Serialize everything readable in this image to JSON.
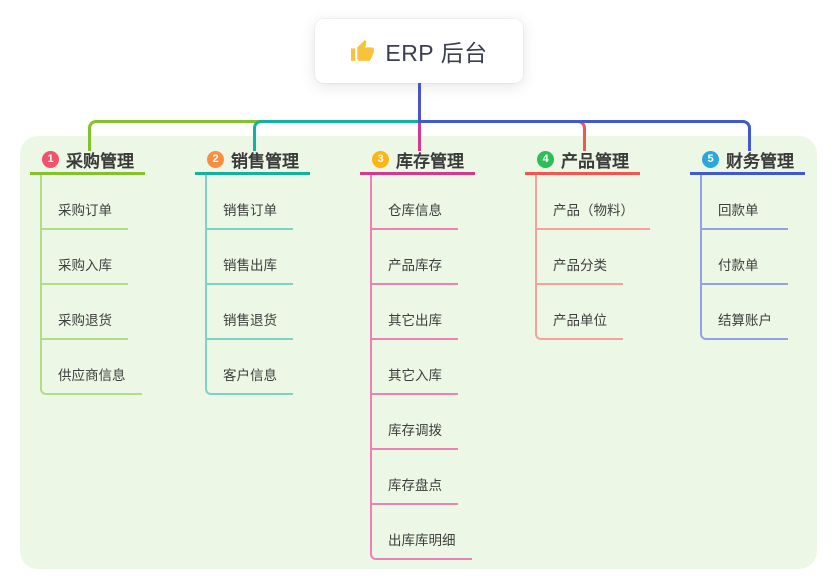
{
  "root": {
    "label": "ERP 后台",
    "icon": "thumbs-up"
  },
  "colors": {
    "canvas_bg": "#ffffff",
    "panel_bg": "#ecf7e5",
    "root_card_bg": "#ffffff",
    "root_text": "#39404f",
    "title_text": "#3a3a3a",
    "child_text": "#3e3e3e",
    "stem": "#4a55cb",
    "thumb": "#f9c23c"
  },
  "branches": [
    {
      "badge": "1",
      "title": "采购管理",
      "color": "#84c22c",
      "light_color": "#b3dc8a",
      "badge_color": "#f4516c",
      "children": [
        "采购订单",
        "采购入库",
        "采购退货",
        "供应商信息"
      ]
    },
    {
      "badge": "2",
      "title": "销售管理",
      "color": "#12b2a0",
      "light_color": "#7fd0c5",
      "badge_color": "#fb8d42",
      "children": [
        "销售订单",
        "销售出库",
        "销售退货",
        "客户信息"
      ]
    },
    {
      "badge": "3",
      "title": "库存管理",
      "color": "#d63890",
      "light_color": "#ee7fb7",
      "badge_color": "#fdb414",
      "children": [
        "仓库信息",
        "产品库存",
        "其它出库",
        "其它入库",
        "库存调拨",
        "库存盘点",
        "出库库明细"
      ]
    },
    {
      "badge": "4",
      "title": "产品管理",
      "color": "#f5554f",
      "light_color": "#f8a09a",
      "badge_color": "#2ebd59",
      "children": [
        "产品（物料）",
        "产品分类",
        "产品单位"
      ]
    },
    {
      "badge": "5",
      "title": "财务管理",
      "color": "#3f5ad1",
      "light_color": "#92a3e0",
      "badge_color": "#2aa7dd",
      "children": [
        "回款单",
        "付款单",
        "结算账户"
      ]
    }
  ]
}
